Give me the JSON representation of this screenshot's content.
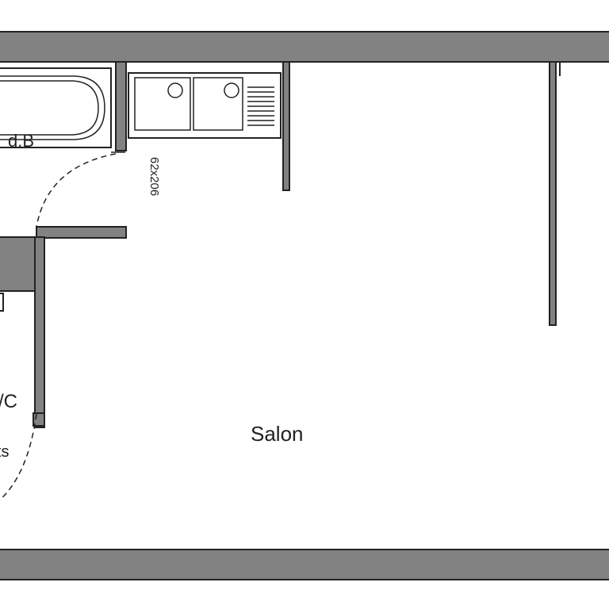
{
  "plan": {
    "rooms": {
      "salon": "Salon",
      "bathroom": "d.B",
      "wc": "/C",
      "cut_label": "ts"
    },
    "door_dimension": "62x206"
  },
  "colors": {
    "wall_fill": "#828282",
    "line": "#222222",
    "background": "#ffffff"
  }
}
